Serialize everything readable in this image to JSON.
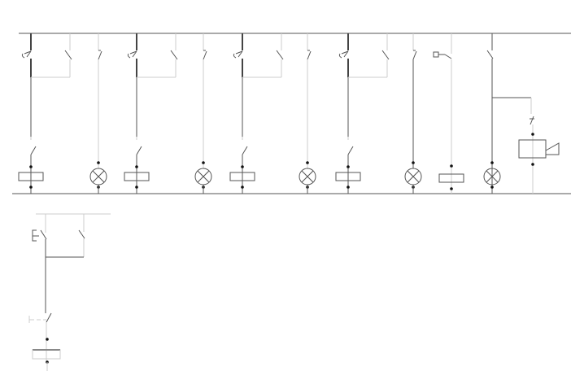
{
  "diagram": {
    "type": "electrical-schematic",
    "colors": {
      "wire": "#555555",
      "light_wire": "#cccccc",
      "node": "#111111"
    },
    "latching_branches": [
      {
        "component": "relay-coil-icon",
        "lamp": "lamp-icon"
      },
      {
        "component": "relay-coil-icon",
        "lamp": "lamp-icon"
      },
      {
        "component": "relay-coil-icon",
        "lamp": "lamp-icon"
      },
      {
        "component": "relay-coil-icon",
        "lamp": "lamp-icon"
      }
    ],
    "extra_branches": [
      "pushbutton-coil",
      "lamp",
      "horn"
    ],
    "lower_circuit": [
      "pushbutton",
      "hold-contact",
      "timer-contact",
      "coil"
    ]
  }
}
